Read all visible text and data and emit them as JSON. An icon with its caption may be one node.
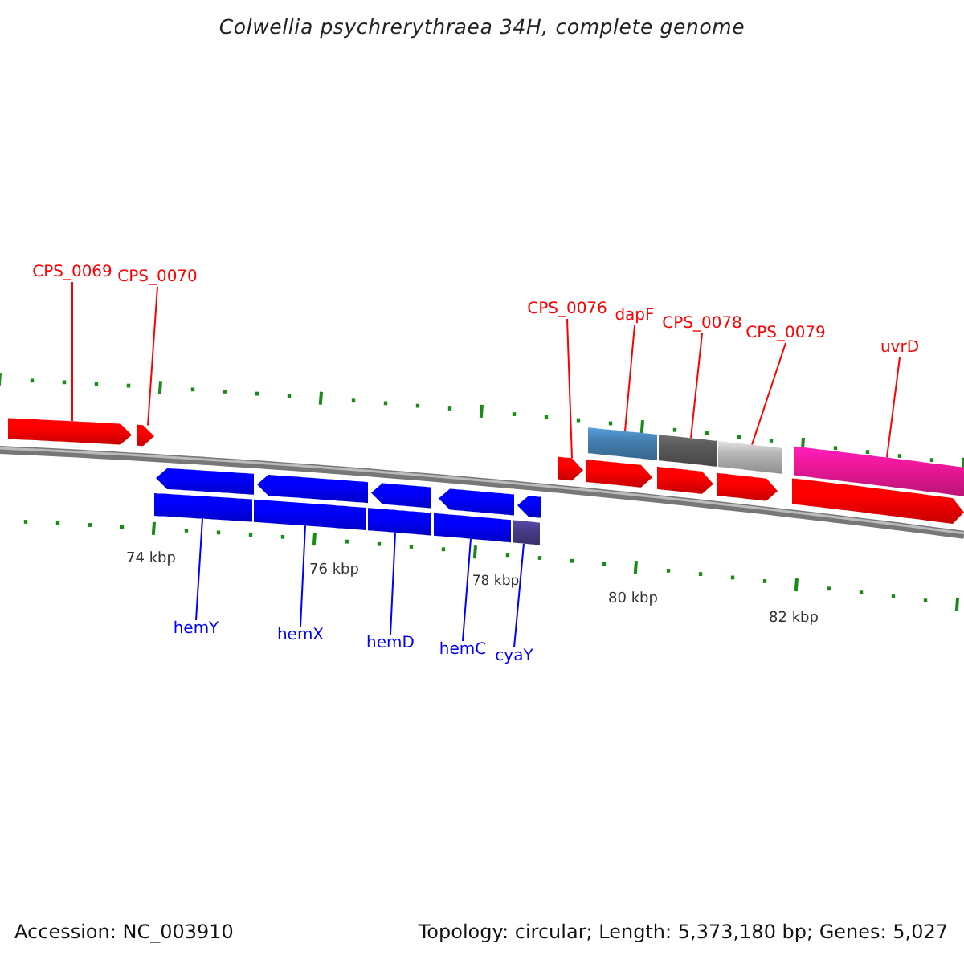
{
  "diagram": {
    "title": "Colwellia psychrerythraea 34H, complete genome",
    "nodes": [
      {
        "text": [
          "CPS_0069"
        ]
      },
      {
        "text": [
          "CPS_0070"
        ]
      },
      {
        "text": [
          "CPS_0076"
        ]
      },
      {
        "text": [
          "dapF"
        ]
      },
      {
        "text": [
          "CPS_0078"
        ]
      },
      {
        "text": [
          "CPS_0079"
        ]
      },
      {
        "text": [
          "uvrD"
        ]
      },
      {
        "text": [
          "hemY"
        ]
      },
      {
        "text": [
          "hemX"
        ]
      },
      {
        "text": [
          "hemD"
        ]
      },
      {
        "text": [
          "hemC"
        ]
      },
      {
        "text": [
          "cyaY"
        ]
      },
      {
        "text": [],
        "shape": "bar"
      },
      {
        "text": [],
        "shape": "bar"
      },
      {
        "text": [],
        "shape": "bar"
      },
      {
        "text": [],
        "shape": "bar"
      },
      {
        "text": [],
        "shape": "bar"
      },
      {
        "text": [],
        "shape": "bar"
      },
      {
        "text": [],
        "shape": "bar"
      },
      {
        "text": [],
        "shape": "bar"
      },
      {
        "text": [],
        "shape": "bar"
      },
      {
        "text": [],
        "shape": "bar"
      },
      {
        "text": [],
        "shape": "bar"
      },
      {
        "text": [],
        "shape": "bar"
      },
      {
        "text": [],
        "shape": "bar"
      },
      {
        "text": [],
        "shape": "bar"
      },
      {
        "text": [],
        "shape": "bar"
      },
      {
        "text": [],
        "shape": "bar"
      },
      {
        "text": [],
        "shape": "bar"
      },
      {
        "text": [],
        "shape": "bar"
      },
      {
        "text": [],
        "shape": "bar"
      },
      {
        "text": [],
        "shape": "bar"
      },
      {
        "text": [],
        "shape": "bar"
      }
    ],
    "edges": [
      {
        "from": 0,
        "to": 12,
        "arrow": "none"
      },
      {
        "from": 1,
        "to": 13,
        "arrow": "none"
      },
      {
        "from": 2,
        "to": 14,
        "arrow": "none"
      },
      {
        "from": 3,
        "to": 15,
        "arrow": "none"
      },
      {
        "from": 4,
        "to": 16,
        "arrow": "none"
      },
      {
        "from": 5,
        "to": 17,
        "arrow": "none"
      },
      {
        "from": 6,
        "to": 18,
        "arrow": "none"
      },
      {
        "from": 7,
        "to": 19,
        "arrow": "none",
        "color": "#0000ff"
      },
      {
        "from": 8,
        "to": 20,
        "arrow": "none",
        "color": "#0000ff"
      },
      {
        "from": 9,
        "to": 21,
        "arrow": "none",
        "color": "#0000ff"
      },
      {
        "from": 10,
        "to": 22,
        "arrow": "none",
        "color": "#0000ff"
      },
      {
        "from": 11,
        "to": 23,
        "arrow": "none",
        "color": "#0000ff"
      }
    ],
    "labels": [
      "74 kbp",
      "76 kbp",
      "78 kbp",
      "80 kbp",
      "82 kbp",
      "Accession: NC_003910",
      "Topology: circular; Length: 5,373,180 bp; Genes: 5,027"
    ]
  }
}
